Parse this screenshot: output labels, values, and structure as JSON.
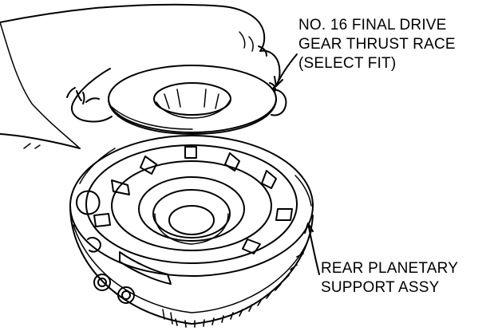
{
  "labels": {
    "thrust_race": {
      "line1": "NO. 16 FINAL DRIVE",
      "line2": "GEAR THRUST RACE",
      "line3": "(SELECT FIT)"
    },
    "planetary_support": {
      "line1": "REAR PLANETARY",
      "line2": "SUPPORT ASSY"
    }
  },
  "colors": {
    "ink": "#000000",
    "paper": "#ffffff"
  }
}
